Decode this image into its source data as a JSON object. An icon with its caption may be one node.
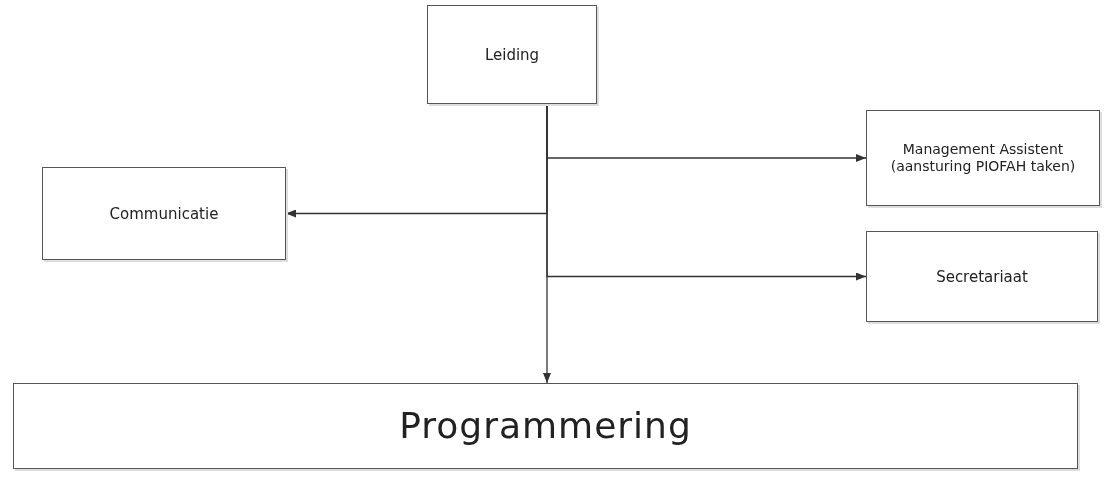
{
  "diagram": {
    "nodes": [
      {
        "text": [
          "Leiding"
        ]
      },
      {
        "text": [
          "Management Assistent (aansturing PIOFAH taken)"
        ]
      },
      {
        "text": [
          "Communicatie"
        ]
      },
      {
        "text": [
          "Secretariaat"
        ]
      },
      {
        "text": [
          "Programmering"
        ]
      }
    ],
    "edges": [
      {
        "from": 0,
        "to": 1,
        "arrow": "to"
      },
      {
        "from": 0,
        "to": 2,
        "arrow": "to"
      },
      {
        "from": 0,
        "to": 3,
        "arrow": "to"
      },
      {
        "from": 0,
        "to": 4,
        "arrow": "to"
      }
    ]
  }
}
